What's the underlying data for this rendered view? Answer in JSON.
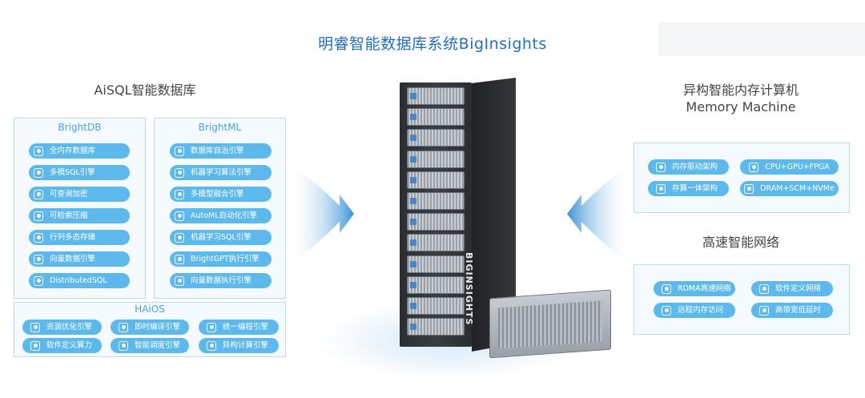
{
  "title": "明睿智能数据库系统BigInsights",
  "left": {
    "heading": "AiSQL智能数据库",
    "brightdb": {
      "title": "BrightDB",
      "items": [
        "全内存数据库",
        "多模SQL引擎",
        "可查询加密",
        "可检索压缩",
        "行列多态存储",
        "向量数据引擎",
        "DistributedSQL"
      ]
    },
    "brightml": {
      "title": "BrightML",
      "items": [
        "数据库自治引擎",
        "机器学习算法引擎",
        "多模型融合引擎",
        "AutoML自动化引擎",
        "机器学习SQL引擎",
        "BrightGPT执行引擎",
        "向量数据执行引擎"
      ]
    },
    "haios": {
      "title": "HAiOS",
      "items": [
        "资源优化引擎",
        "即时编译引擎",
        "统一编程引擎",
        "软件定义算力",
        "智能调度引擎",
        "异构计算引擎"
      ]
    }
  },
  "right": {
    "memory": {
      "heading_line1": "异构智能内存计算机",
      "heading_line2": "Memory Machine",
      "items": [
        "内存驱动架构",
        "CPU+GPU+FPGA",
        "存算一体架构",
        "DRAM+SCM+NVMe"
      ]
    },
    "network": {
      "heading": "高速智能网络",
      "items": [
        "RDMA高速网络",
        "软件定义网络",
        "远程内存访问",
        "高带宽低延时"
      ]
    }
  },
  "server": {
    "side_logo": "BIGINSIGHTS",
    "unit_count": 12
  },
  "colors": {
    "pill": "#5db9ec",
    "panel_border": "#b8dcf2",
    "title": "#1f6fbf"
  },
  "icons": {
    "pill": "module-icon",
    "arrow_left": "arrow-right-icon",
    "arrow_right": "arrow-left-icon"
  }
}
